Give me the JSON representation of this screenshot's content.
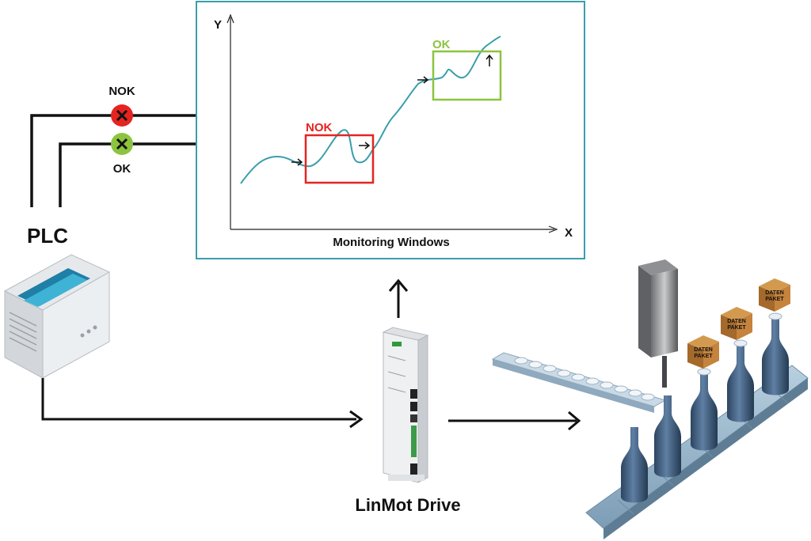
{
  "plc": {
    "label": "PLC"
  },
  "signals": {
    "nok": {
      "label": "NOK",
      "status_color": "#e52421",
      "icon": "x-mark-icon"
    },
    "ok": {
      "label": "OK",
      "status_color": "#8cc43f",
      "icon": "x-mark-icon"
    }
  },
  "monitor": {
    "title": "Monitoring Windows",
    "y_axis": "Y",
    "x_axis": "X",
    "frame_color": "#3a9eab",
    "curve_color": "#3a9eab",
    "windows": [
      {
        "label": "NOK",
        "color": "#e52421"
      },
      {
        "label": "OK",
        "color": "#8cc43f"
      }
    ]
  },
  "drive": {
    "label": "LinMot Drive"
  },
  "packages": [
    {
      "line1": "DATEN",
      "line2": "PAKET"
    },
    {
      "line1": "DATEN",
      "line2": "PAKET"
    },
    {
      "line1": "DATEN",
      "line2": "PAKET"
    }
  ]
}
